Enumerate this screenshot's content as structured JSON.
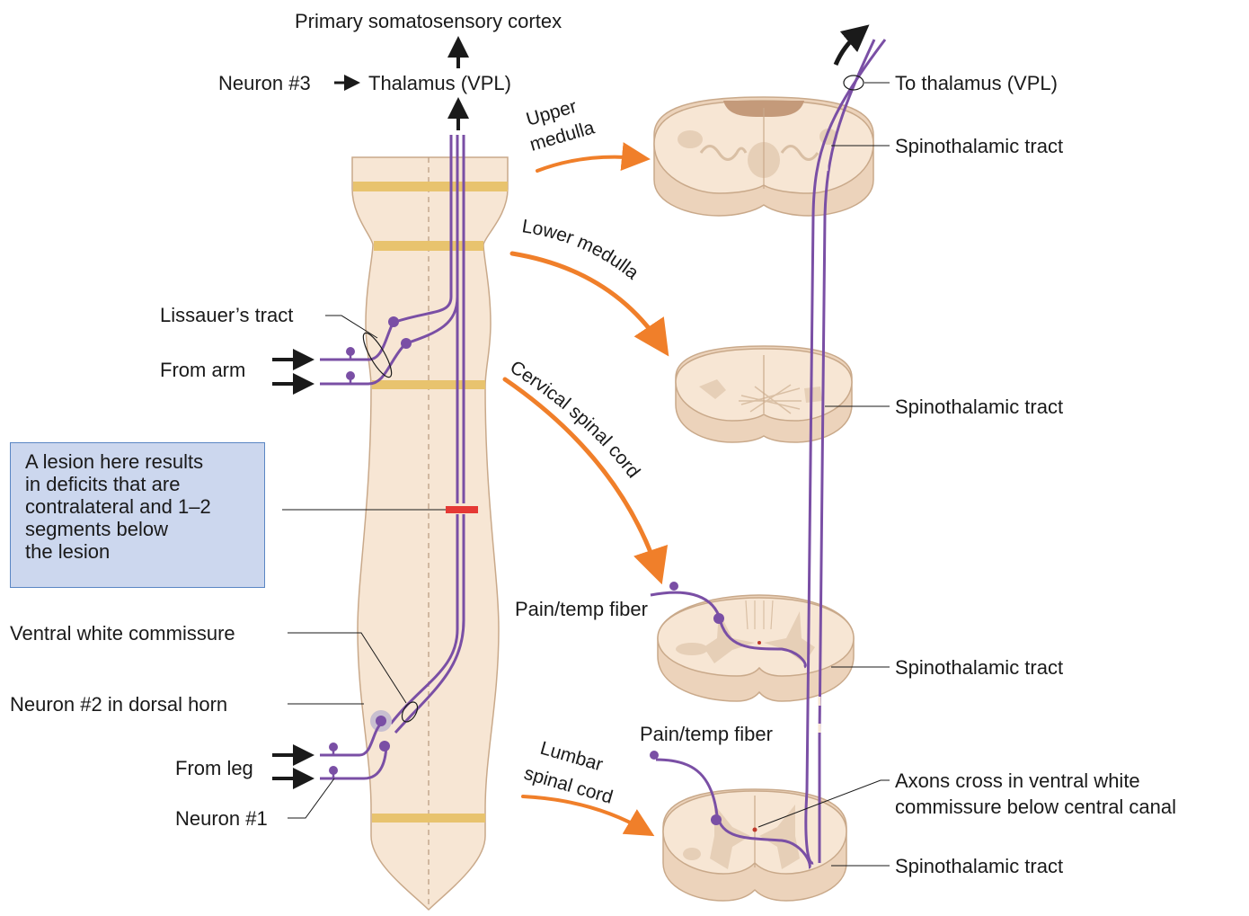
{
  "labels": {
    "cortex": "Primary somatosensory cortex",
    "neuron3": "Neuron #3",
    "thalamus": "Thalamus (VPL)",
    "lissauer": "Lissauer’s tract",
    "from_arm": "From arm",
    "ventral_commissure": "Ventral white commissure",
    "neuron2": "Neuron #2 in dorsal horn",
    "from_leg": "From leg",
    "neuron1": "Neuron #1",
    "to_thalamus": "To thalamus (VPL)",
    "spinothalamic_1": "Spinothalamic tract",
    "spinothalamic_2": "Spinothalamic tract",
    "spinothalamic_3": "Spinothalamic tract",
    "spinothalamic_4": "Spinothalamic tract",
    "pain_temp_1": "Pain/temp fiber",
    "pain_temp_2": "Pain/temp fiber",
    "axons_cross_1": "Axons cross in ventral white",
    "axons_cross_2": "commissure below central canal"
  },
  "regions": {
    "upper_medulla_1": "Upper",
    "upper_medulla_2": "medulla",
    "lower_medulla": "Lower medulla",
    "cervical": "Cervical spinal cord",
    "lumbar_1": "Lumbar",
    "lumbar_2": "spinal cord"
  },
  "lesion_note": {
    "line1": "A lesion here results",
    "line2": "in deficits that are",
    "line3": "contralateral and 1–2",
    "line4": "segments below",
    "line5": "the lesion"
  },
  "colors": {
    "tissue": "#f7e6d4",
    "tissue_outline": "#c9a98a",
    "tract": "#7a4fa5",
    "band": "#e8c36e",
    "lesion": "#e53935",
    "arrow": "#f07f2a",
    "note_bg": "#ccd7ee"
  }
}
